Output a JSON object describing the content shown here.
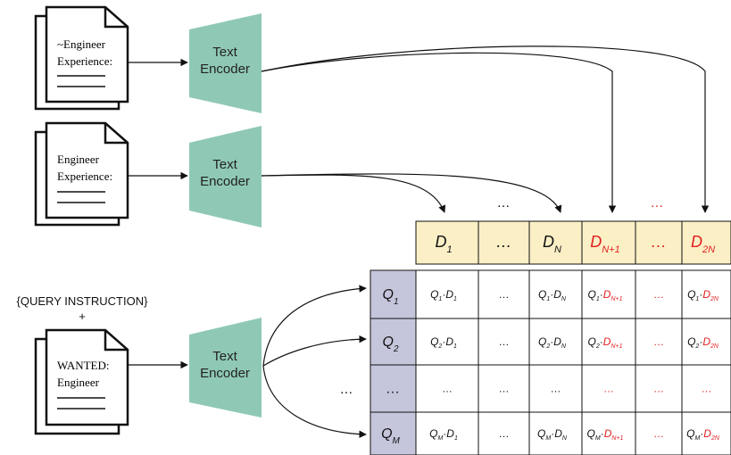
{
  "documents": [
    {
      "line1": "~Engineer",
      "line2": "Experience:"
    },
    {
      "line1": "Engineer",
      "line2": "Experience:"
    },
    {
      "line1": "WANTED:",
      "line2": "Engineer"
    }
  ],
  "encoder": {
    "line1": "Text",
    "line2": "Encoder"
  },
  "query": {
    "instruction": "{QUERY INSTRUCTION}",
    "plus": "+"
  },
  "top_ellipses": {
    "black": "…",
    "red": "…"
  },
  "left_ellipsis": "…",
  "doc_headers": [
    {
      "base": "D",
      "sub": "1",
      "color": "#111111"
    },
    {
      "base": "…",
      "sub": "",
      "color": "#111111"
    },
    {
      "base": "D",
      "sub": "N",
      "color": "#111111"
    },
    {
      "base": "D",
      "sub": "N+1",
      "color": "#e02020"
    },
    {
      "base": "…",
      "sub": "",
      "color": "#e02020"
    },
    {
      "base": "D",
      "sub": "2N",
      "color": "#e02020"
    }
  ],
  "query_rows": [
    {
      "base": "Q",
      "sub": "1"
    },
    {
      "base": "Q",
      "sub": "2"
    },
    {
      "base": "…",
      "sub": ""
    },
    {
      "base": "Q",
      "sub": "M"
    }
  ],
  "colors": {
    "encoder": "#8fc9b6",
    "doc_header_bg": "#fbefc6",
    "query_bg": "#c5c6dc",
    "negative": "#e02020"
  }
}
